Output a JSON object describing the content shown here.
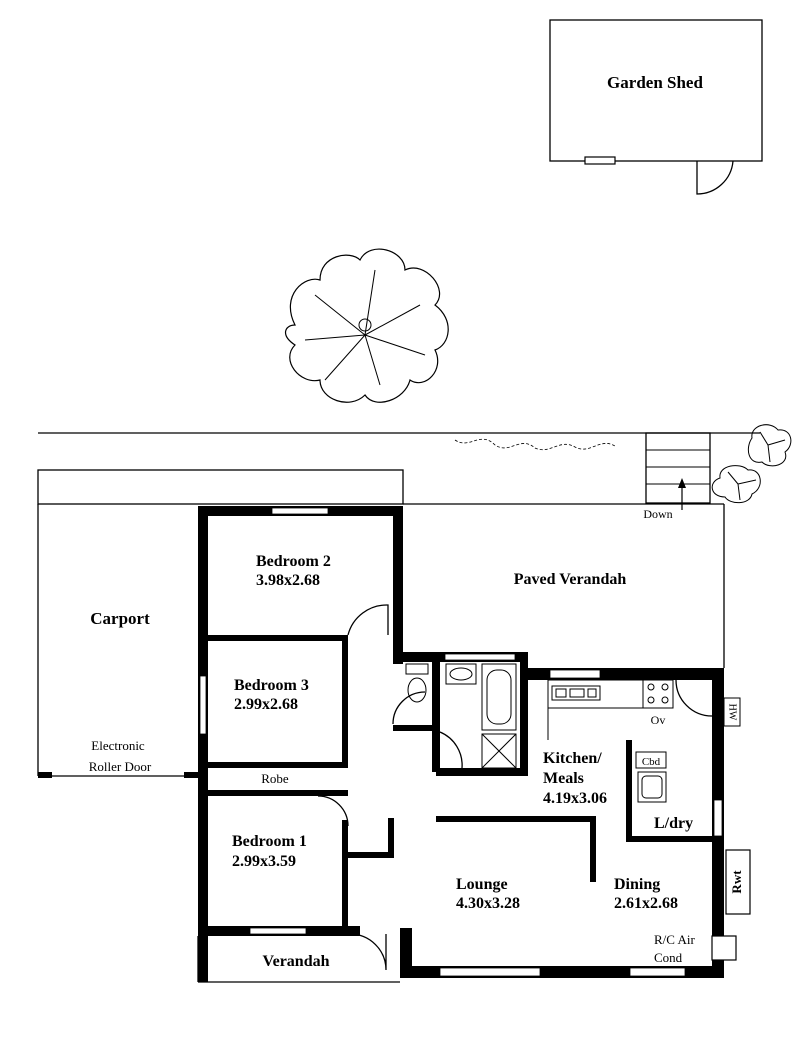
{
  "plan": {
    "rooms": {
      "garden_shed": "Garden Shed",
      "bedroom2_name": "Bedroom 2",
      "bedroom2_size": "3.98x2.68",
      "paved_verandah": "Paved Verandah",
      "carport": "Carport",
      "bedroom3_name": "Bedroom 3",
      "bedroom3_size": "2.99x2.68",
      "kitchen_name_1": "Kitchen/",
      "kitchen_name_2": "Meals",
      "kitchen_size": "4.19x3.06",
      "robe": "Robe",
      "bedroom1_name": "Bedroom 1",
      "bedroom1_size": "2.99x3.59",
      "laundry": "L/dry",
      "lounge_name": "Lounge",
      "lounge_size": "4.30x3.28",
      "dining_name": "Dining",
      "dining_size": "2.61x2.68",
      "verandah": "Verandah"
    },
    "annotations": {
      "down": "Down",
      "electronic_1": "Electronic",
      "electronic_2": "Roller Door",
      "oven": "Ov",
      "cupboard": "Cbd",
      "hot_water": "HW",
      "rainwater_tank": "Rwt",
      "air_cond_1": "R/C Air",
      "air_cond_2": "Cond"
    }
  }
}
